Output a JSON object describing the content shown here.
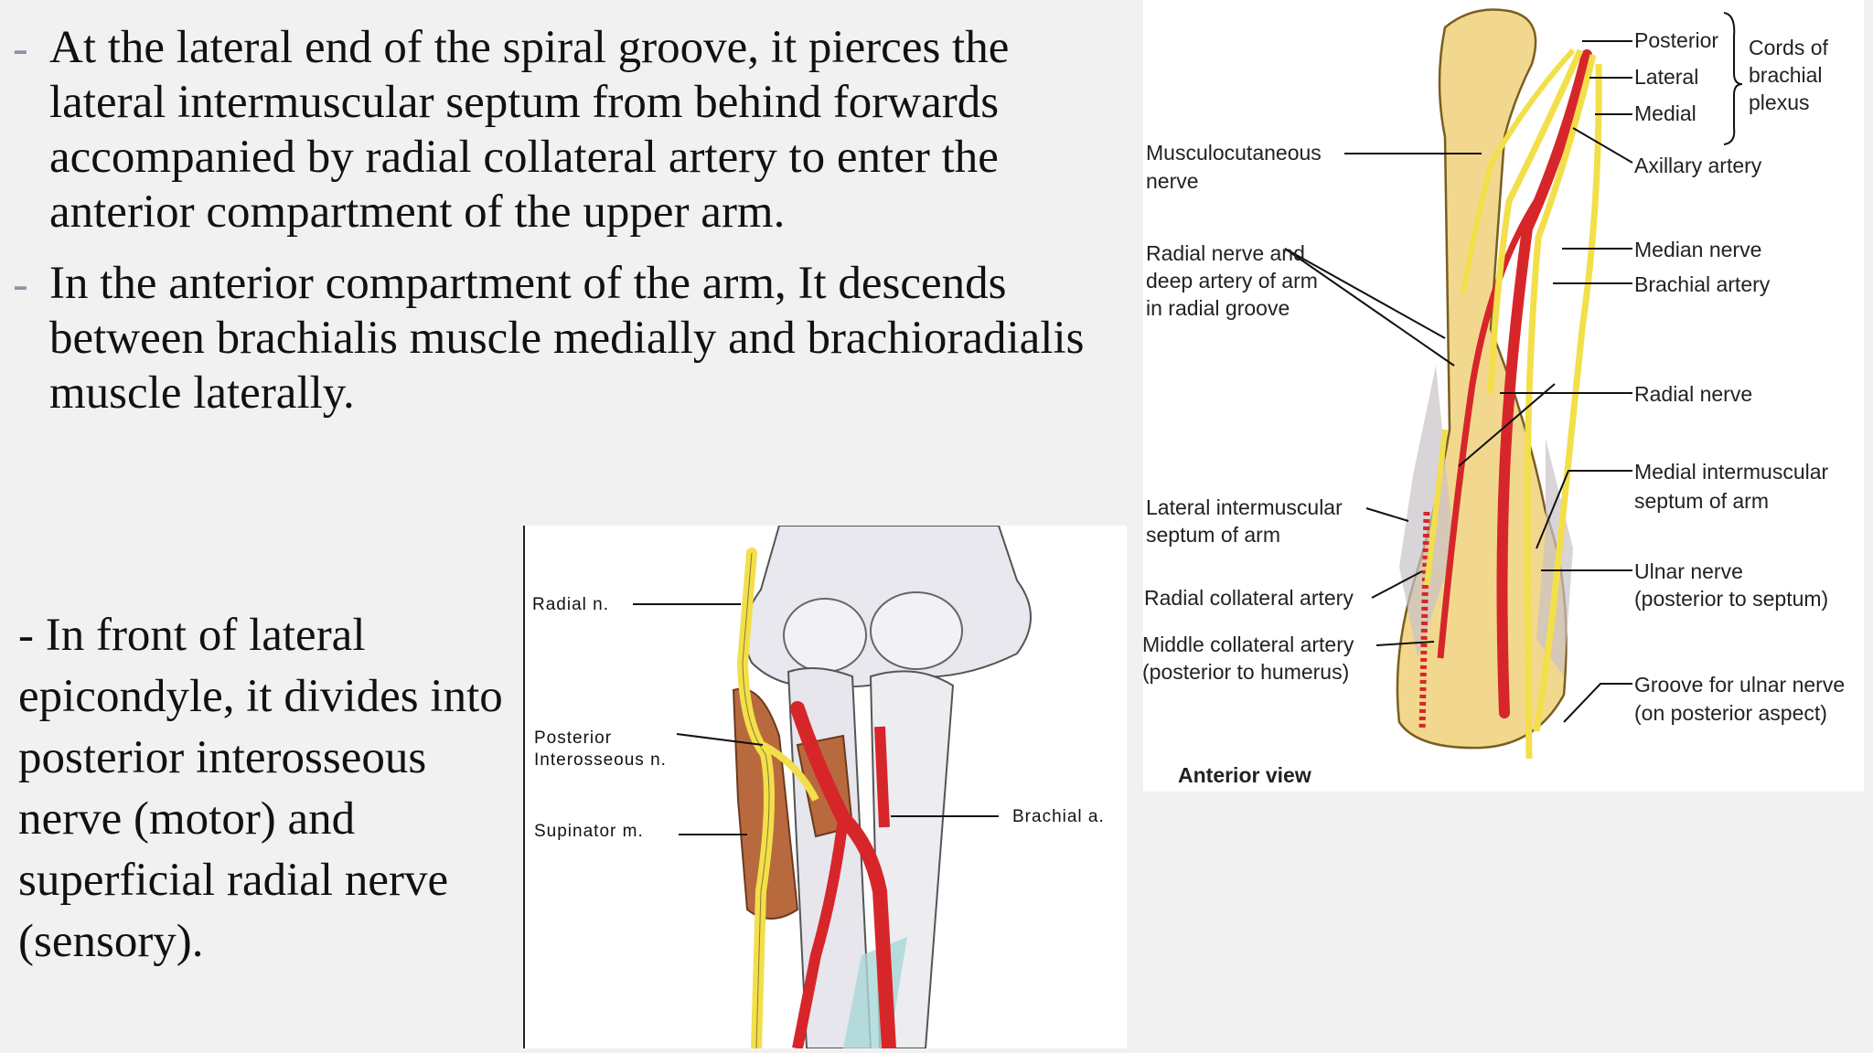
{
  "slide": {
    "bullets": [
      {
        "marker": "-",
        "text": "At the lateral end of the spiral groove, it pierces the lateral intermuscular septum from behind forwards accompanied by radial collateral artery to enter the anterior compartment of the upper arm."
      },
      {
        "marker": "-",
        "text": "In the anterior compartment of the arm, It descends between brachialis muscle medially and brachioradialis muscle laterally."
      }
    ],
    "paragraph": "- In front of lateral epicondyle,   it divides into posterior interosseous nerve (motor) and superficial radial nerve (sensory)."
  },
  "figure_arm": {
    "labels": {
      "posterior": "Posterior",
      "lateral": "Lateral",
      "medial": "Medial",
      "cords_1": "Cords of",
      "cords_2": "brachial",
      "cords_3": "plexus",
      "musculo_1": "Musculocutaneous",
      "musculo_2": "nerve",
      "axillary": "Axillary artery",
      "radial_groove_1": "Radial nerve and",
      "radial_groove_2": "deep artery of arm",
      "radial_groove_3": "in radial groove",
      "median": "Median nerve",
      "brachial": "Brachial artery",
      "radial_nerve": "Radial nerve",
      "lat_septum_1": "Lateral intermuscular",
      "lat_septum_2": "septum of arm",
      "med_septum_1": "Medial intermuscular",
      "med_septum_2": "septum of arm",
      "radial_collateral": "Radial collateral artery",
      "middle_collateral_1": "Middle collateral artery",
      "middle_collateral_2": "(posterior to humerus)",
      "ulnar_1": "Ulnar nerve",
      "ulnar_2": "(posterior to septum)",
      "groove_1": "Groove for ulnar nerve",
      "groove_2": "(on posterior aspect)",
      "view": "Anterior view"
    }
  },
  "figure_elbow": {
    "labels": {
      "radial_n": "Radial n.",
      "post_int_1": "Posterior",
      "post_int_2": "Interosseous n.",
      "supinator": "Supinator m.",
      "brachial_a": "Brachial a."
    }
  },
  "colors": {
    "background": "#f1f1f1",
    "bone": "#f2d88e",
    "nerve": "#f3df4a",
    "artery": "#d7262a",
    "muscle": "#b86a3e"
  }
}
